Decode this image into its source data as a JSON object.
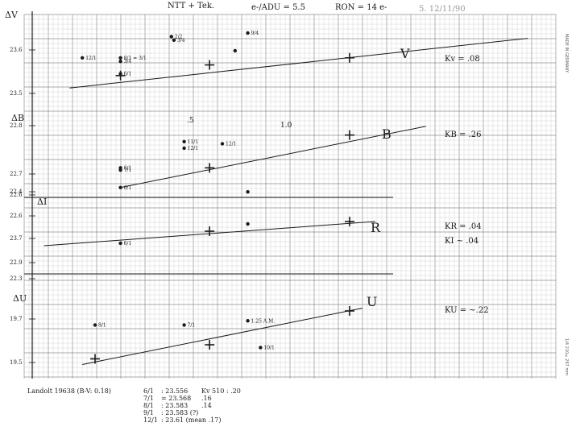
{
  "header": {
    "title": "NTT + Tek.",
    "gain": "e-/ADU = 5.5",
    "ron": "RON = 14 e-",
    "date": "5. 12/11/90"
  },
  "side_text": {
    "made_in": "MADE IN GERMANY",
    "paper_code": "1/4  210×297 mm"
  },
  "colors": {
    "ink": "#1a1a1a",
    "grid_minor": "#c9c9c9",
    "grid_major": "#8f8f8f"
  },
  "chart_data": {
    "type": "scatter",
    "axis_labels": [
      "ΔV",
      "ΔB",
      "ΔI",
      "ΔU"
    ],
    "x_tick_labels": [
      ".5",
      "1.0"
    ],
    "panels": [
      {
        "name": "V",
        "k_label": "Kv = .08",
        "y_ticks": [
          "23.6",
          "23.5"
        ],
        "fit_line": {
          "x0": -0.1,
          "y0": 23.52,
          "x1": 1.7,
          "y1": 23.66
        },
        "cross_points": [
          {
            "x": 0.1,
            "y": 23.555
          },
          {
            "x": 0.45,
            "y": 23.585
          },
          {
            "x": 1.0,
            "y": 23.605
          }
        ],
        "points": [
          {
            "label": "2/2",
            "x": 0.3,
            "y": 23.665
          },
          {
            "label": "3/4",
            "x": 0.31,
            "y": 23.655
          },
          {
            "label": "9/4",
            "x": 0.6,
            "y": 23.675
          },
          {
            "label": "12/1",
            "x": -0.05,
            "y": 23.605
          },
          {
            "label": "8/1 = 3/1",
            "x": 0.1,
            "y": 23.605
          },
          {
            "label": "3/4",
            "x": 0.1,
            "y": 23.595
          },
          {
            "label": "6/1",
            "x": 0.1,
            "y": 23.56
          },
          {
            "label": "",
            "x": 0.55,
            "y": 23.625
          }
        ]
      },
      {
        "name": "B",
        "k_label": "KB = .26",
        "y_ticks": [
          "22.8",
          "22.7",
          "22.6",
          "22.4"
        ],
        "fit_line": {
          "x0": 0.1,
          "y0": 22.545,
          "x1": 1.3,
          "y1": 22.825
        },
        "cross_points": [
          {
            "x": 0.45,
            "y": 22.635
          },
          {
            "x": 1.0,
            "y": 22.785
          }
        ],
        "points": [
          {
            "label": "11/1",
            "x": 0.35,
            "y": 22.755
          },
          {
            "label": "12/1",
            "x": 0.35,
            "y": 22.725
          },
          {
            "label": "12/1",
            "x": 0.5,
            "y": 22.745
          },
          {
            "label": "8/1",
            "x": 0.1,
            "y": 22.635
          },
          {
            "label": "7/1",
            "x": 0.1,
            "y": 22.625
          },
          {
            "label": "6/1",
            "x": 0.1,
            "y": 22.545
          },
          {
            "label": "",
            "x": 0.6,
            "y": 22.525
          }
        ]
      },
      {
        "name": "R",
        "k_label": "KR = .04",
        "k_label2": "KI ~ .04",
        "y_ticks": [
          "22.6",
          "23.7"
        ],
        "fit_line": {
          "x0": -0.2,
          "y0": 22.575,
          "x1": 1.1,
          "y1": 22.625
        },
        "cross_points": [
          {
            "x": 0.45,
            "y": 22.605
          },
          {
            "x": 1.0,
            "y": 22.625
          }
        ],
        "points": [
          {
            "label": "6/1",
            "x": 0.1,
            "y": 22.58
          },
          {
            "label": "",
            "x": 0.6,
            "y": 22.62
          }
        ]
      },
      {
        "name": "I",
        "k_label": "",
        "y_ticks": [
          "22.9",
          "22.3"
        ],
        "fit_line": null,
        "cross_points": [],
        "points": []
      },
      {
        "name": "U",
        "k_label": "KU = ~.22",
        "y_ticks": [
          "19.7",
          "19.5"
        ],
        "fit_line": {
          "x0": -0.05,
          "y0": 19.55,
          "x1": 1.05,
          "y1": 19.75
        },
        "cross_points": [
          {
            "x": 0.0,
            "y": 19.57
          },
          {
            "x": 0.45,
            "y": 19.62
          },
          {
            "x": 1.0,
            "y": 19.74
          }
        ],
        "points": [
          {
            "label": "8/1",
            "x": 0.0,
            "y": 19.69
          },
          {
            "label": "7/1",
            "x": 0.35,
            "y": 19.69
          },
          {
            "label": "1.25 A.M.",
            "x": 0.6,
            "y": 19.705
          },
          {
            "label": "10/1",
            "x": 0.65,
            "y": 19.61
          }
        ]
      }
    ]
  },
  "notes": {
    "comparison": "Landolt 19638 (B-V: 0.18)",
    "rows": [
      {
        "date": "6/1",
        "value": ": 23.556",
        "kv": "Kv 510 : .20"
      },
      {
        "date": "7/1",
        "value": "= 23.568",
        "kv": ".16"
      },
      {
        "date": "8/1",
        "value": ": 23.583",
        "kv": ".14"
      },
      {
        "date": "9/1",
        "value": ": 23.583 (?)",
        "kv": ""
      },
      {
        "date": "12/1",
        "value": ": 23.61 (mean .17)",
        "kv": ""
      }
    ]
  }
}
